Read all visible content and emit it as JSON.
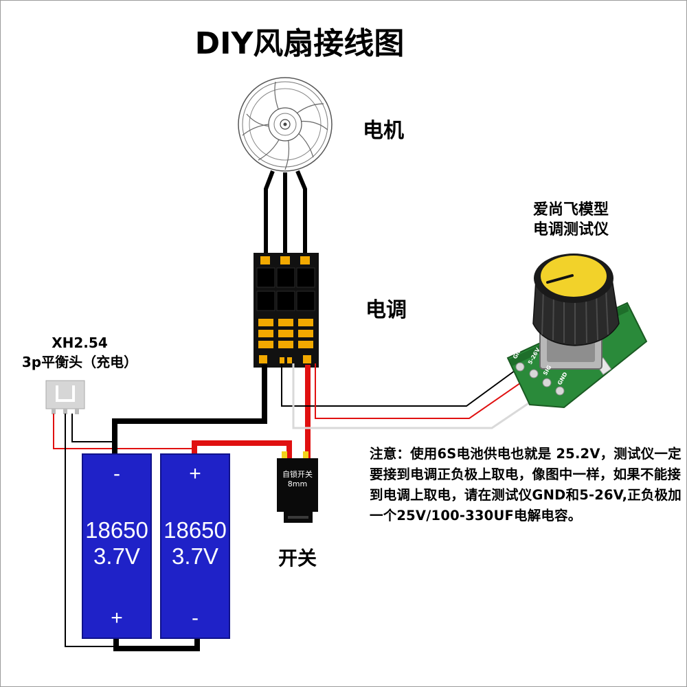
{
  "title": "DIY风扇接线图",
  "motor": {
    "label": "电机"
  },
  "esc": {
    "label": "电调"
  },
  "tester": {
    "label_line1": "爱尚飞模型",
    "label_line2": "电调测试仪",
    "pins": [
      "GND",
      "5-26V",
      "SIG",
      "GND"
    ]
  },
  "balance_connector": {
    "label_line1": "XH2.54",
    "label_line2": "3p平衡头（充电）"
  },
  "batteries": [
    {
      "top_terminal": "-",
      "model": "18650",
      "voltage": "3.7V",
      "bottom_terminal": "+"
    },
    {
      "top_terminal": "+",
      "model": "18650",
      "voltage": "3.7V",
      "bottom_terminal": "-"
    }
  ],
  "switch": {
    "label": "开关",
    "body_line1": "自锁开关",
    "body_line2": "8mm"
  },
  "note": "注意：使用6S电池供电也就是 25.2V，测试仪一定要接到电调正负极上取电，像图中一样，如果不能接到电调上取电，请在测试仪GND和5-26V,正负极加一个25V/100-330UF电解电容。",
  "colors": {
    "battery": "#1f22c8",
    "pcb": "#2a8a3a",
    "knob_cap": "#f2d22a",
    "esc_pad": "#f2a900",
    "wire_red": "#e01010",
    "wire_black": "#000000"
  }
}
